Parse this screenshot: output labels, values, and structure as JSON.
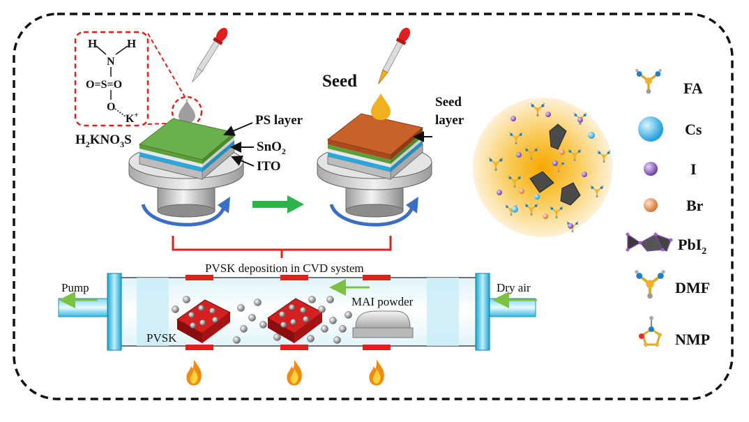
{
  "molecule": {
    "h_left": "H",
    "h_right": "H",
    "n": "N",
    "s_row": "O=S=O",
    "o_bottom": "O",
    "k": "K",
    "k_sup": "+",
    "formula_parts": [
      "H",
      "2",
      "KNO",
      "3",
      "S"
    ]
  },
  "left_device": {
    "ps_layer": "PS layer",
    "sno2": [
      "SnO",
      "2"
    ],
    "ito": "ITO"
  },
  "right_device": {
    "seed": "Seed",
    "seed_layer_line1": "Seed",
    "seed_layer_line2": "layer"
  },
  "cvd": {
    "title": "PVSK deposition in CVD system",
    "pump": "Pump",
    "dry_air": "Dry air",
    "mai_powder": "MAI powder",
    "pvsk": "PVSK"
  },
  "legend": {
    "fa": "FA",
    "cs": "Cs",
    "i": "I",
    "br": "Br",
    "pbi2": [
      "PbI",
      "2"
    ],
    "dmf": "DMF",
    "nmp": "NMP"
  },
  "colors": {
    "ps_layer": "#6ab04c",
    "sno2": "#29a8e0",
    "seed_layer": "#c9622a",
    "droplet_gray": "#9e9e9e",
    "droplet_gold": "#f0b020",
    "bracket_red": "#e0201a",
    "arrow_green": "#2db34a",
    "rotation_blue": "#3a6fc4",
    "cs_ball": "#3ab4ee",
    "i_ball": "#8f5cc2",
    "br_ball": "#e8904a",
    "perovskite": "#c41a1a"
  },
  "icons": [
    "pipette-icon",
    "flame-icon",
    "rotation-arrow-icon",
    "molecule-icon",
    "octahedron-icon"
  ]
}
